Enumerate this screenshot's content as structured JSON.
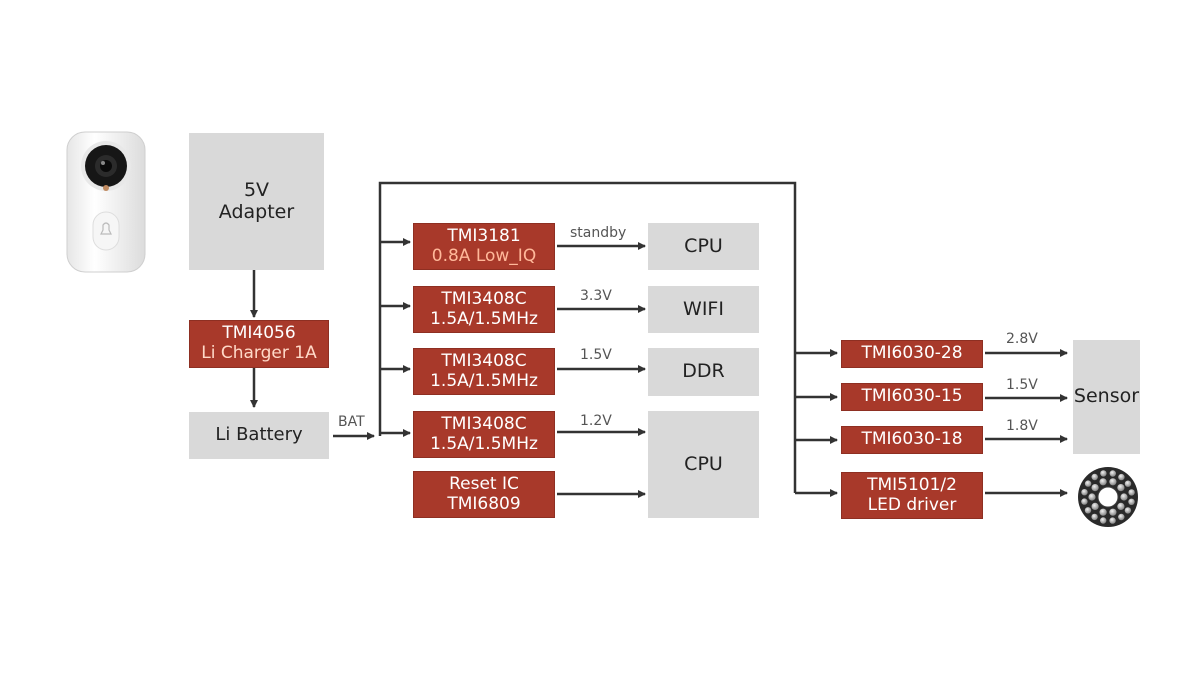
{
  "adapter": {
    "line1": "5V",
    "line2": "Adapter"
  },
  "charger": {
    "line1": "TMI4056",
    "line2": "Li Charger 1A"
  },
  "battery": {
    "label": "Li Battery"
  },
  "bat_label": "BAT",
  "left_regs": [
    {
      "line1": "TMI3181",
      "line2": "0.8A  Low_IQ",
      "rail": "standby",
      "load": "CPU"
    },
    {
      "line1": "TMI3408C",
      "line2": "1.5A/1.5MHz",
      "rail": "3.3V",
      "load": "WIFI"
    },
    {
      "line1": "TMI3408C",
      "line2": "1.5A/1.5MHz",
      "rail": "1.5V",
      "load": "DDR"
    },
    {
      "line1": "TMI3408C",
      "line2": "1.5A/1.5MHz",
      "rail": "1.2V",
      "load": "CPU"
    }
  ],
  "reset_ic": {
    "line1": "Reset IC",
    "line2": "TMI6809"
  },
  "right_regs": [
    {
      "label": "TMI6030-28",
      "rail": "2.8V"
    },
    {
      "label": "TMI6030-15",
      "rail": "1.5V"
    },
    {
      "label": "TMI6030-18",
      "rail": "1.8V"
    }
  ],
  "sensor": {
    "label": "Sensor"
  },
  "led_driver": {
    "line1": "TMI5101/2",
    "line2": "LED driver"
  },
  "colors": {
    "block_red": "#a8392a",
    "block_grey": "#d9d9d9",
    "line": "#333333"
  },
  "icons": {
    "device": "doorbell-camera-icon",
    "ir_ring": "ir-led-ring-icon"
  }
}
